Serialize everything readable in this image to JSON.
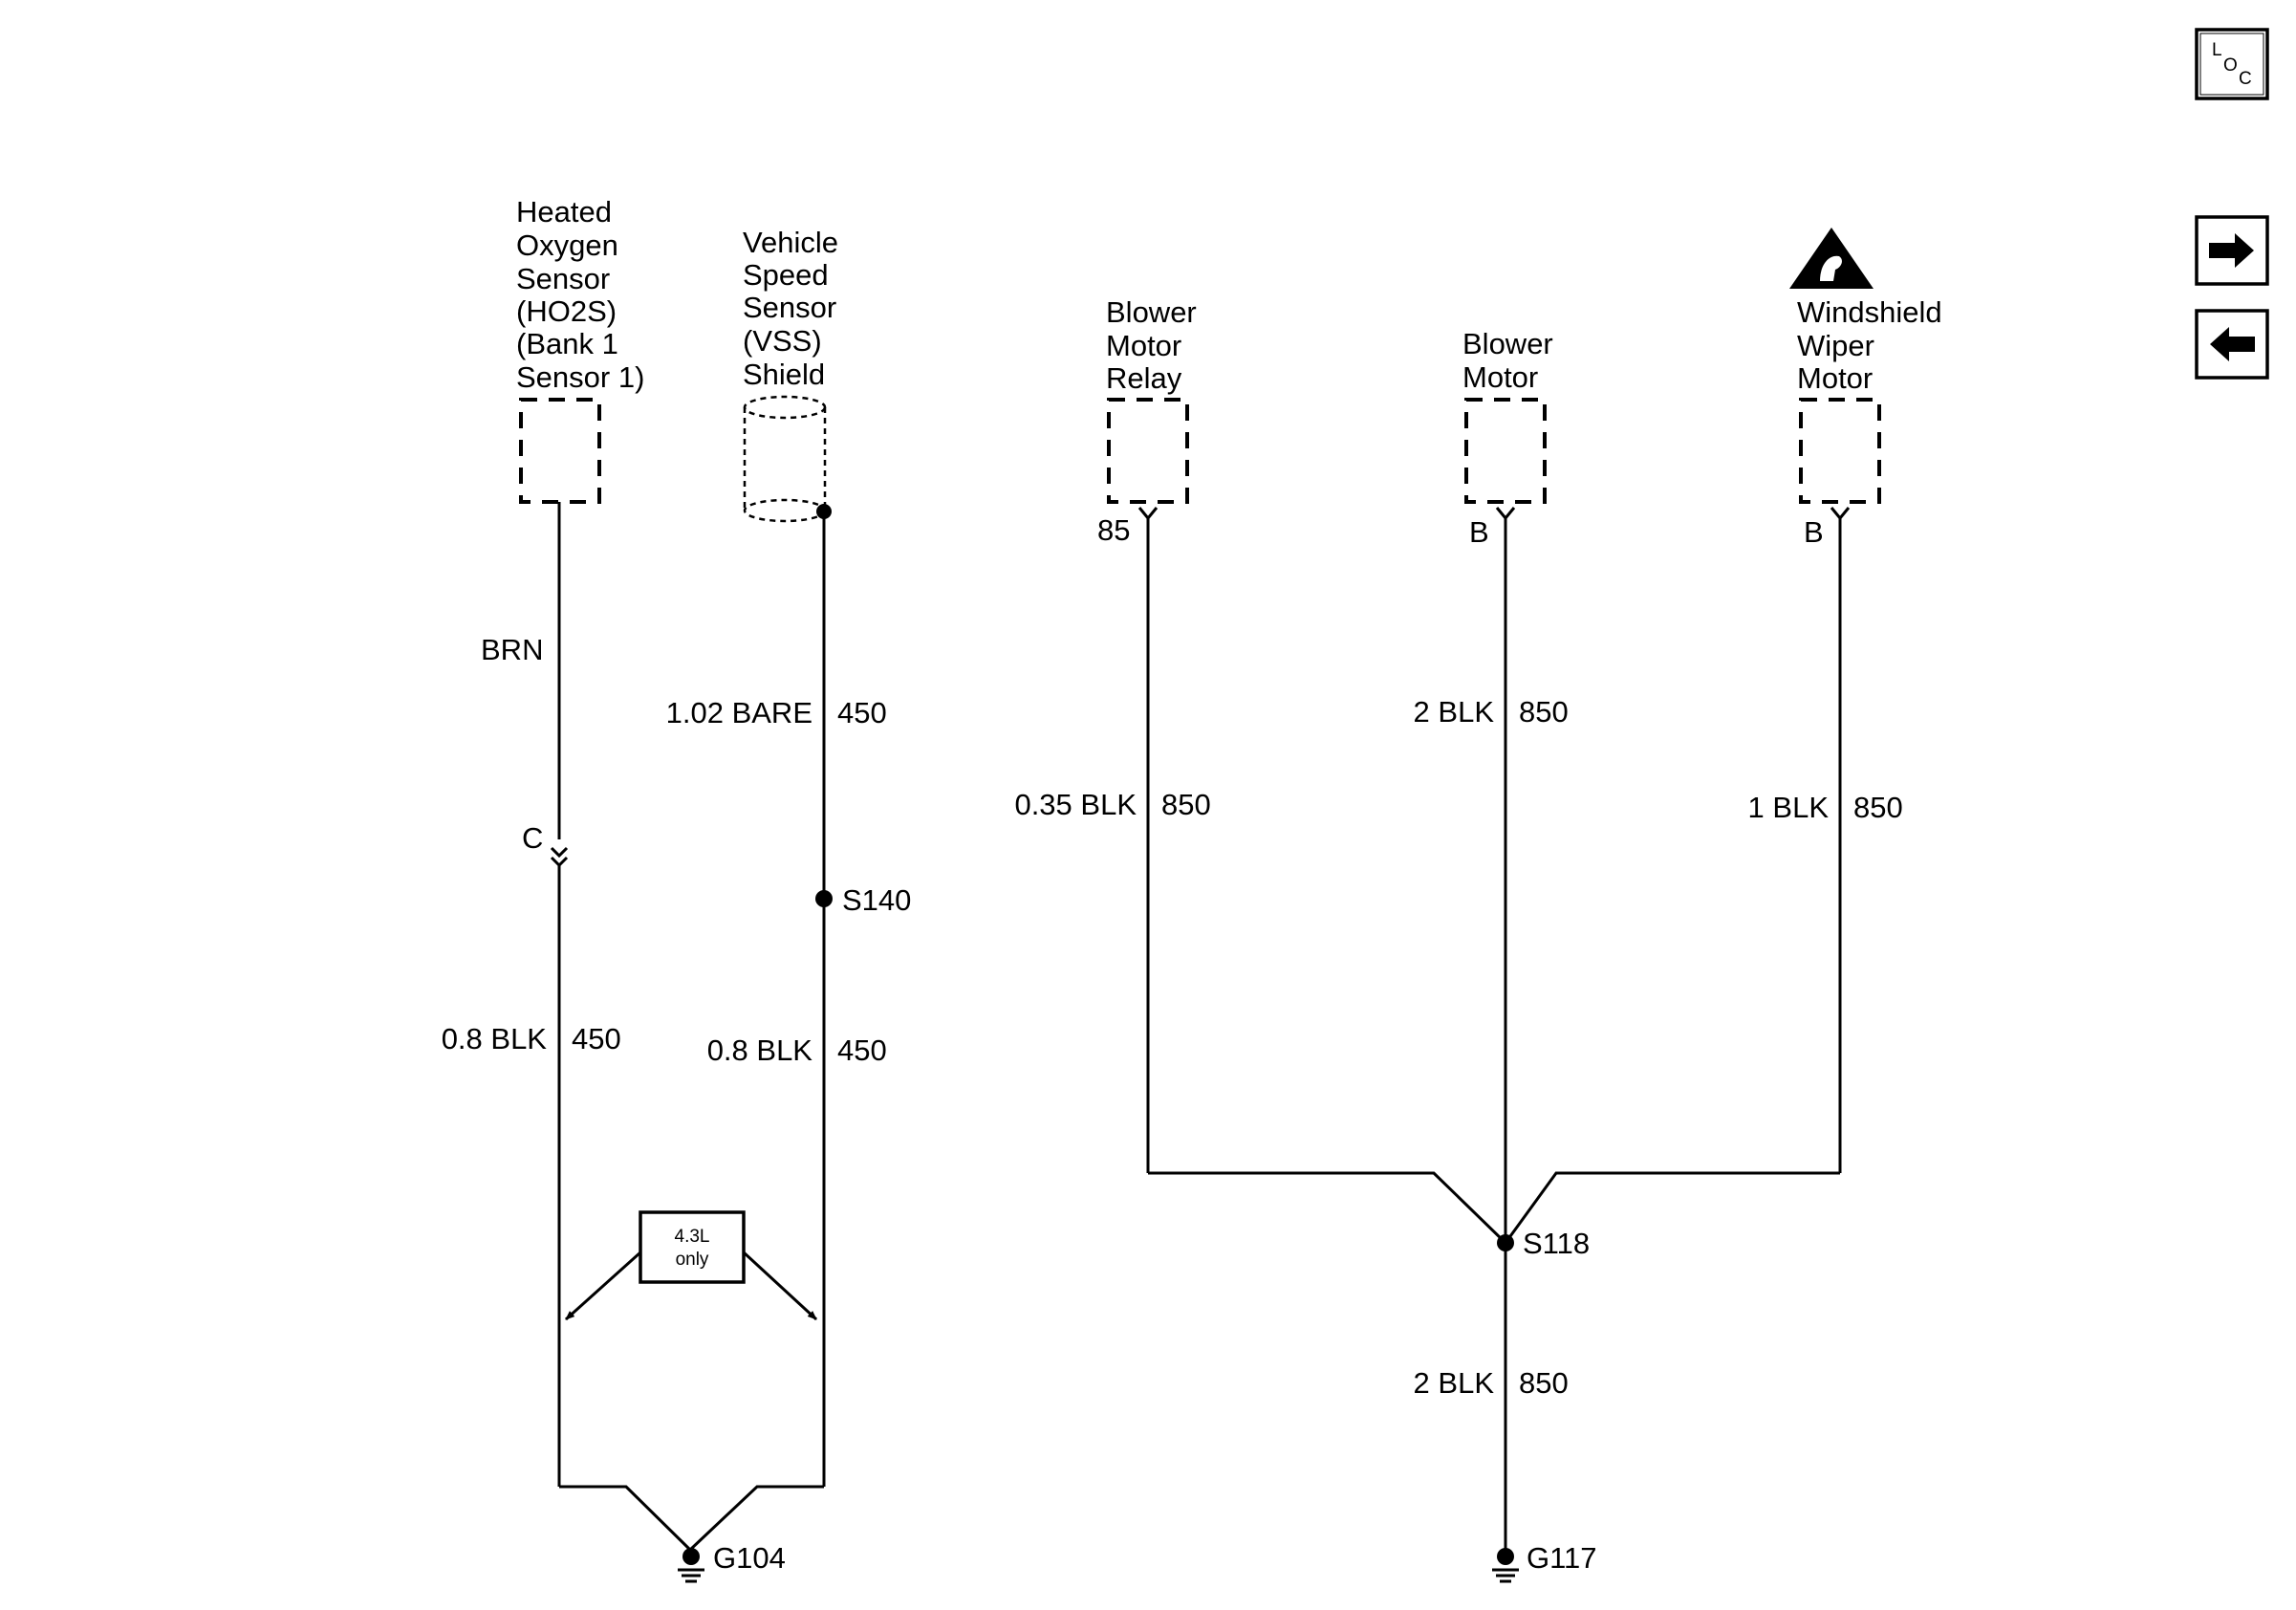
{
  "nav_buttons": {
    "loc": {
      "l": "L",
      "o": "O",
      "c": "C",
      "icon": "loc-icon"
    },
    "next": {
      "icon": "arrow-right-icon"
    },
    "prev": {
      "icon": "arrow-left-icon"
    }
  },
  "components": {
    "ho2s": [
      "Heated",
      "Oxygen",
      "Sensor",
      "(HO2S)",
      "(Bank 1",
      "Sensor 1)"
    ],
    "vss_shield": [
      "Vehicle",
      "Speed",
      "Sensor",
      "(VSS)",
      "Shield"
    ],
    "blower_relay": {
      "name": [
        "Blower",
        "Motor",
        "Relay"
      ],
      "pin": "85"
    },
    "blower_motor": {
      "name": [
        "Blower",
        "Motor"
      ],
      "pin": "B"
    },
    "wiper_motor": {
      "name": [
        "Windshield",
        "Wiper",
        "Motor"
      ],
      "pin": "B",
      "esd_icon": "esd-warning-icon"
    }
  },
  "wires": {
    "ho2s_color": "BRN",
    "connector_c": "C",
    "ho2s_lower": {
      "color": "0.8 BLK",
      "circuit": "450"
    },
    "vss_upper": {
      "color": "1.02 BARE",
      "circuit": "450"
    },
    "vss_lower": {
      "color": "0.8 BLK",
      "circuit": "450"
    },
    "relay": {
      "color": "0.35 BLK",
      "circuit": "850"
    },
    "blower": {
      "color": "2 BLK",
      "circuit": "850"
    },
    "wiper": {
      "color": "1 BLK",
      "circuit": "850"
    },
    "g117_feed": {
      "color": "2 BLK",
      "circuit": "850"
    }
  },
  "splices": {
    "s140": "S140",
    "s118": "S118"
  },
  "grounds": {
    "g104": "G104",
    "g117": "G117"
  },
  "option_note": [
    "4.3L",
    "only"
  ]
}
